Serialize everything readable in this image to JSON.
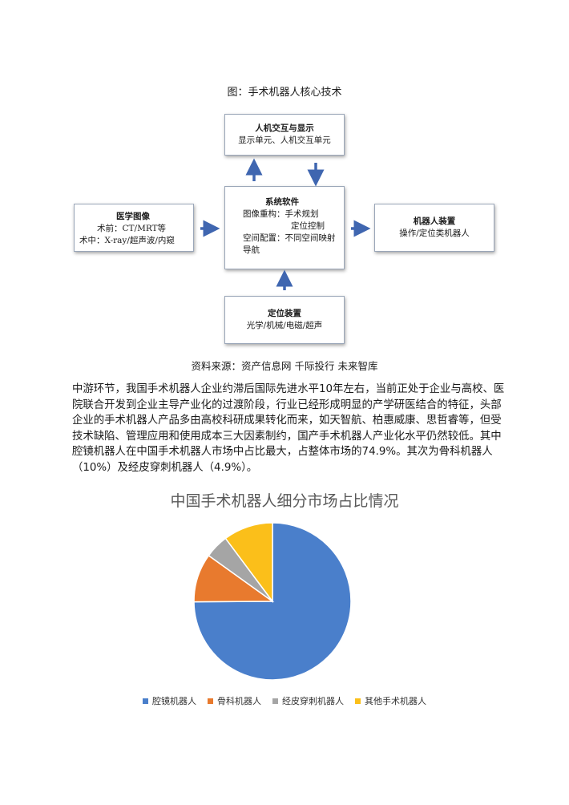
{
  "figure": {
    "caption": "图：手术机器人核心技术",
    "boxes": {
      "top": {
        "title": "人机交互与显示",
        "line1": "显示单元、人机交互单元"
      },
      "left": {
        "title": "医学图像",
        "line1": "术前：CT/MRT等",
        "line2": "术中：X-ray/超声波/内窥"
      },
      "center": {
        "title": "系统软件",
        "line1": "图像重构：手术规划",
        "line2": "定位控制",
        "line3": "空间配置：不同空间映射",
        "line4": "导航"
      },
      "right": {
        "title": "机器人装置",
        "line1": "操作/定位类机器人"
      },
      "bottom": {
        "title": "定位装置",
        "line1": "光学/机械/电磁/超声"
      }
    },
    "arrow_color": "#3f66b0",
    "source": "资料来源：资产信息网 千际投行 未来智库"
  },
  "paragraph": {
    "lines": [
      "中游环节，我国手术机器人企业约滞后国际先进水平10年左右，当前正处于企业与高校、医",
      "院联合开发到企业主导产业化的过渡阶段，行业已经形成明显的产学研医结合的特征，头部",
      "企业的手术机器人产品多由高校科研成果转化而来，如天智航、柏惠威康、思哲睿等，但受",
      "技术缺陷、管理应用和使用成本三大因素制约，国产手术机器人产业化水平仍然较低。其中",
      "腔镜机器人在中国手术机器人市场中占比最大，占整体市场的74.9%。其次为骨科机器人",
      "（10%）及经皮穿刺机器人（4.9%）。"
    ]
  },
  "chart_data": {
    "type": "pie",
    "title": "中国手术机器人细分市场占比情况",
    "categories": [
      "腔镜机器人",
      "骨科机器人",
      "经皮穿刺机器人",
      "其他手术机器人"
    ],
    "values": [
      74.9,
      10,
      4.9,
      10.2
    ],
    "colors": [
      "#4a7fcb",
      "#e87a2e",
      "#a5a5a5",
      "#fbbf1a"
    ],
    "start_angle": "top",
    "direction": "clockwise",
    "legend_position": "bottom"
  }
}
